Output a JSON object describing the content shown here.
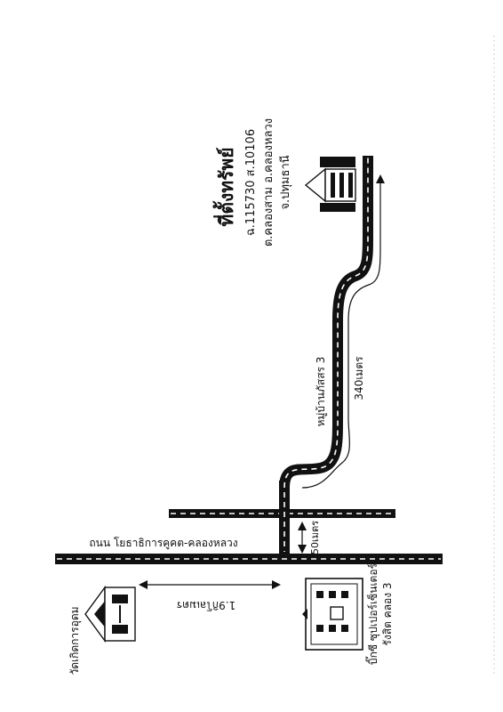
{
  "map": {
    "property": {
      "title": "ที่ตั้งทรัพย์",
      "deed": "ฉ.115730 ส.10106",
      "subdistrict": "ต.คลองสาม อ.คลองหลวง",
      "province": "จ.ปทุมธานี"
    },
    "roads": {
      "main": "ถนน โยธาธิการคูคต-คลองหลวง",
      "village": "หมู่บ้านภัสสร 3"
    },
    "distances": {
      "to_temple": "1.9กิโลเมตร",
      "to_soi": "50เมตร",
      "along_village": "340เมตร"
    },
    "landmarks": {
      "temple": "วัดเกิดการอุดม",
      "bigc_line1": "บิ๊กซี ซุปเปอร์เซ็นเตอร์",
      "bigc_line2": "รังสิต คลอง 3"
    },
    "colors": {
      "ink": "#111111",
      "paper": "#ffffff"
    }
  }
}
